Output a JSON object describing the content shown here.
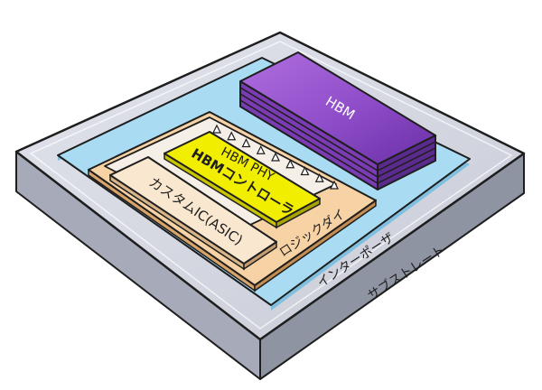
{
  "diagram": {
    "hbm": "HBM",
    "hbm_phy": "HBM PHY",
    "hbm_controller": "HBMコントローラ",
    "custom_ic": "カスタムIC(ASIC)",
    "logic_die": "ロジックダイ",
    "interposer": "インターポーザ",
    "substrate": "サブストレート"
  },
  "colors": {
    "substrate_top": "#d4d6df",
    "substrate_side": "#a9adbb",
    "interposer": "#a9dcf3",
    "logic_die": "#f7d2a4",
    "hbm_phy_layer": "#f4ece4",
    "hbm_controller": "#f2ee00",
    "custom_ic": "#fae7cf",
    "hbm": "#8e4dc8",
    "hbm_dark": "#4f2478",
    "outline": "#1e1e1e"
  }
}
